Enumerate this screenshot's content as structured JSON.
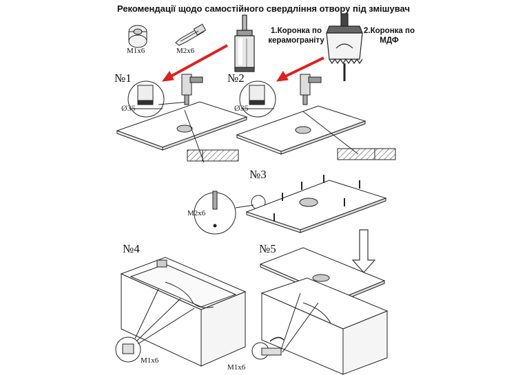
{
  "title": "Рекомендації щодо самостійного свердління отвору під змішувач",
  "crowns": {
    "ceramic": "1.Коронка по\nкерамограніту",
    "mdf": "2.Коронка по\nМДФ"
  },
  "parts": {
    "m1x6": "M1x6",
    "m2x6": "M2x6"
  },
  "steps": {
    "s1": "№1",
    "s2": "№2",
    "s3": "№3",
    "s4": "№4",
    "s5": "№5"
  },
  "dims": {
    "d1": "Ø35",
    "d2": "Ø35"
  },
  "colors": {
    "arrow": "#e0201c",
    "line": "#222222"
  }
}
